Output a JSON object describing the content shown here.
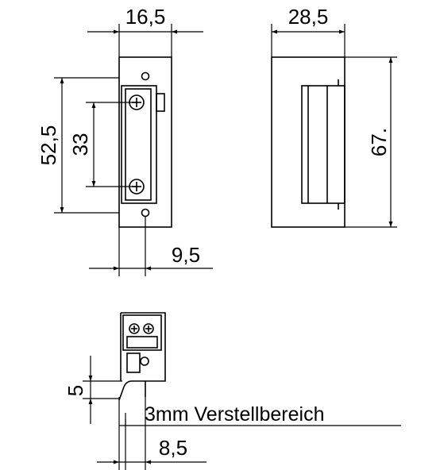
{
  "colors": {
    "line": "#000000",
    "background": "#ffffff"
  },
  "front_view": {
    "width_label": "16,5",
    "height_label": "52,5",
    "screw_spacing_label": "33",
    "offset_label": "9,5"
  },
  "side_view": {
    "width_label": "28,5",
    "height_label": "67."
  },
  "bottom_view": {
    "depth_label": "5",
    "adjustment_label": "3mm Verstellbereich",
    "offset_label": "8,5"
  }
}
